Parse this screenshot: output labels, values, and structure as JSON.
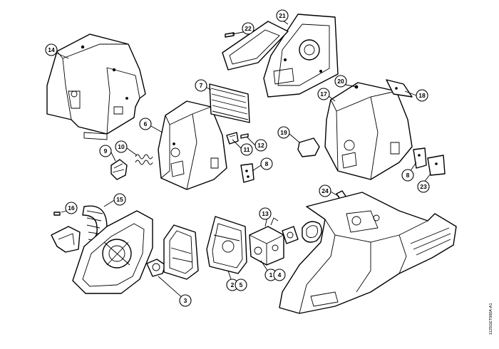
{
  "drawing_code": "1125GET000A-A1",
  "callouts": {
    "c1": "1",
    "c2": "2",
    "c3": "3",
    "c4": "4",
    "c5": "5",
    "c6": "6",
    "c7": "7",
    "c8a": "8",
    "c8b": "8",
    "c9": "9",
    "c10": "10",
    "c11": "11",
    "c12": "12",
    "c13": "13",
    "c14": "14",
    "c15": "15",
    "c16": "16",
    "c17": "17",
    "c18": "18",
    "c19": "19",
    "c20": "20",
    "c21": "21",
    "c22": "22",
    "c23": "23",
    "c24": "24"
  }
}
